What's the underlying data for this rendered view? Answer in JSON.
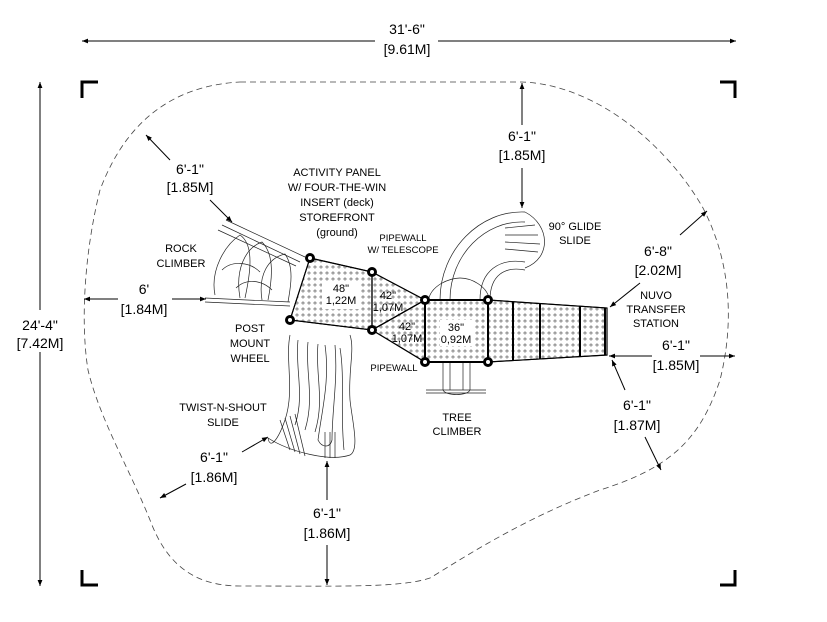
{
  "drawing": {
    "overall_width": {
      "imperial": "31'-6\"",
      "metric": "[9.61M]"
    },
    "overall_height": {
      "imperial": "24'-4\"",
      "metric": "[7.42M]"
    }
  },
  "components": [
    {
      "id": "activity_panel",
      "lines": [
        "ACTIVITY PANEL",
        "W/ FOUR-THE-WIN",
        "INSERT (deck)",
        "STOREFRONT",
        "(ground)"
      ]
    },
    {
      "id": "pipewall_telescope",
      "lines": [
        "PIPEWALL",
        "W/ TELESCOPE"
      ]
    },
    {
      "id": "rock_climber",
      "lines": [
        "ROCK",
        "CLIMBER"
      ]
    },
    {
      "id": "post_mount_wheel",
      "lines": [
        "POST",
        "MOUNT",
        "WHEEL"
      ]
    },
    {
      "id": "twist_n_shout",
      "lines": [
        "TWIST-N-SHOUT",
        "SLIDE"
      ]
    },
    {
      "id": "pipewall",
      "lines": [
        "PIPEWALL"
      ]
    },
    {
      "id": "tree_climber",
      "lines": [
        "TREE",
        "CLIMBER"
      ]
    },
    {
      "id": "glide_slide",
      "lines": [
        "90° GLIDE",
        "SLIDE"
      ]
    },
    {
      "id": "transfer_station",
      "lines": [
        "NUVO",
        "TRANSFER",
        "STATION"
      ]
    }
  ],
  "decks": [
    {
      "id": "deck_48",
      "height": "48\"",
      "metric": "1,22M"
    },
    {
      "id": "deck_42a",
      "height": "42\"",
      "metric": "1,07M"
    },
    {
      "id": "deck_42b",
      "height": "42\"",
      "metric": "1,07M"
    },
    {
      "id": "deck_36",
      "height": "36\"",
      "metric": "0,92M"
    }
  ],
  "clearances": [
    {
      "id": "top_left",
      "imperial": "6'-1\"",
      "metric": "[1.85M]"
    },
    {
      "id": "top",
      "imperial": "6'-1\"",
      "metric": "[1.85M]"
    },
    {
      "id": "top_right",
      "imperial": "6'-8\"",
      "metric": "[2.02M]"
    },
    {
      "id": "left",
      "imperial": "6'",
      "metric": "[1.84M]"
    },
    {
      "id": "right",
      "imperial": "6'-1\"",
      "metric": "[1.85M]"
    },
    {
      "id": "lower_right",
      "imperial": "6'-1\"",
      "metric": "[1.87M]"
    },
    {
      "id": "lower_left",
      "imperial": "6'-1\"",
      "metric": "[1.86M]"
    },
    {
      "id": "bottom",
      "imperial": "6'-1\"",
      "metric": "[1.86M]"
    }
  ]
}
